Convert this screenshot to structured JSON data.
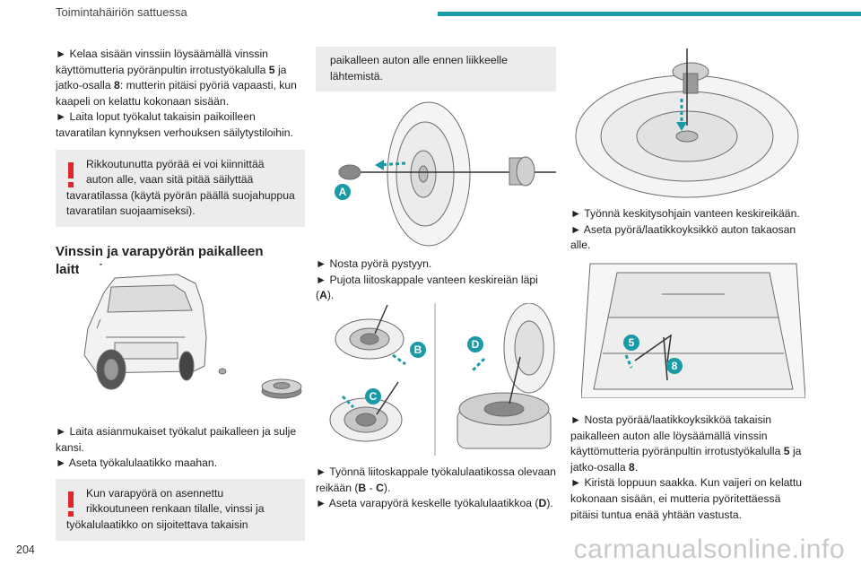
{
  "header": {
    "title": "Toimintahäiriön sattuessa"
  },
  "footer": {
    "page_number": "204"
  },
  "watermark": "carmanualsonline.info",
  "accent_color": "#1a9aa6",
  "warning_color": "#e0252b",
  "col1": {
    "bullet1": {
      "pre": "► Kelaa sisään vinssiin löysäämällä vinssin käyttömutteria pyöränpultin irrotustyökalulla ",
      "num1": "5",
      "mid": " ja jatko-osalla ",
      "num2": "8",
      "post": ": mutterin pitäisi pyöriä vapaasti, kun kaapeli on kelattu kokonaan sisään."
    },
    "bullet2": "► Laita loput työkalut takaisin paikoilleen tavaratilan kynnyksen verhouksen säilytystiloihin.",
    "warn1": {
      "line1": "Rikkoutunutta pyörää ei voi kiinnittää",
      "line2": "auton alle, vaan sitä pitää säilyttää",
      "rest": "tavaratilassa (käytä pyörän päällä suojahuppua tavaratilan suojaamiseksi)."
    },
    "section_title": "Vinssin ja varapyörän paikalleen laittaminen",
    "bullet3": "► Laita asianmukaiset työkalut paikalleen ja sulje kansi.",
    "bullet4": "► Aseta työkalulaatikko maahan.",
    "warn2": {
      "line1": "Kun varapyörä on asennettu",
      "line2": "rikkoutuneen renkaan tilalle, vinssi ja",
      "rest": "työkalulaatikko on sijoitettava takaisin"
    }
  },
  "col2": {
    "warn_cont": "paikalleen auton alle ennen liikkeelle lähtemistä.",
    "bullet1": "► Nosta pyörä pystyyn.",
    "bullet2": {
      "pre": "► Pujota liitoskappale vanteen keskireiän läpi (",
      "label": "A",
      "post": ")."
    },
    "bullet3": {
      "pre": "► Työnnä liitoskappale työkalulaatikossa olevaan reikään (",
      "l1": "B",
      "sep": " - ",
      "l2": "C",
      "post": ")."
    },
    "bullet4": {
      "pre": "► Aseta varapyörä keskelle työkalulaatikkoa (",
      "label": "D",
      "post": ")."
    }
  },
  "col3": {
    "bullet1": "► Työnnä keskitysohjain vanteen keskireikään.",
    "bullet2": "► Aseta pyörä/laatikkoyksikkö auton takaosan alle.",
    "bullet3": {
      "pre": "► Nosta pyörää/laatikkoyksikköä takaisin paikalleen auton alle löysäämällä vinssin käyttömutteria pyöränpultin irrotustyökalulla ",
      "num1": "5",
      "mid": " ja jatko-osalla ",
      "num2": "8",
      "post": "."
    },
    "bullet4": "► Kiristä loppuun saakka. Kun vaijeri on kelattu kokonaan sisään, ei mutteria pyöritettäessä pitäisi tuntua enää yhtään vastusta."
  },
  "labels": {
    "a": "A",
    "b": "B",
    "c": "C",
    "d": "D",
    "five": "5",
    "eight": "8"
  }
}
